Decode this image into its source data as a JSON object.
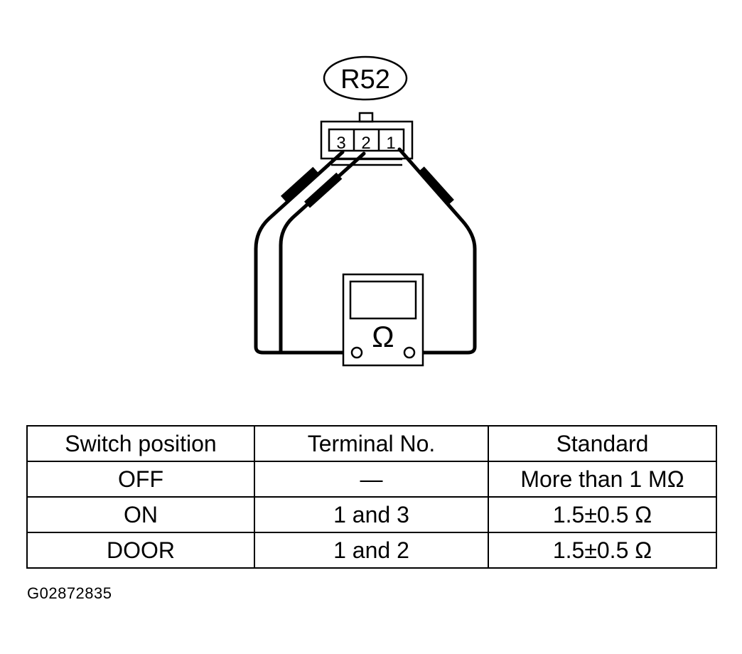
{
  "connector": {
    "label": "R52",
    "terminals": [
      "3",
      "2",
      "1"
    ]
  },
  "meter": {
    "symbol": "Ω"
  },
  "table": {
    "headers": [
      "Switch position",
      "Terminal No.",
      "Standard"
    ],
    "rows": [
      [
        "OFF",
        "—",
        "More than 1 MΩ"
      ],
      [
        "ON",
        "1 and 3",
        "1.5±0.5 Ω"
      ],
      [
        "DOOR",
        "1 and 2",
        "1.5±0.5 Ω"
      ]
    ]
  },
  "figure_code": "G02872835"
}
